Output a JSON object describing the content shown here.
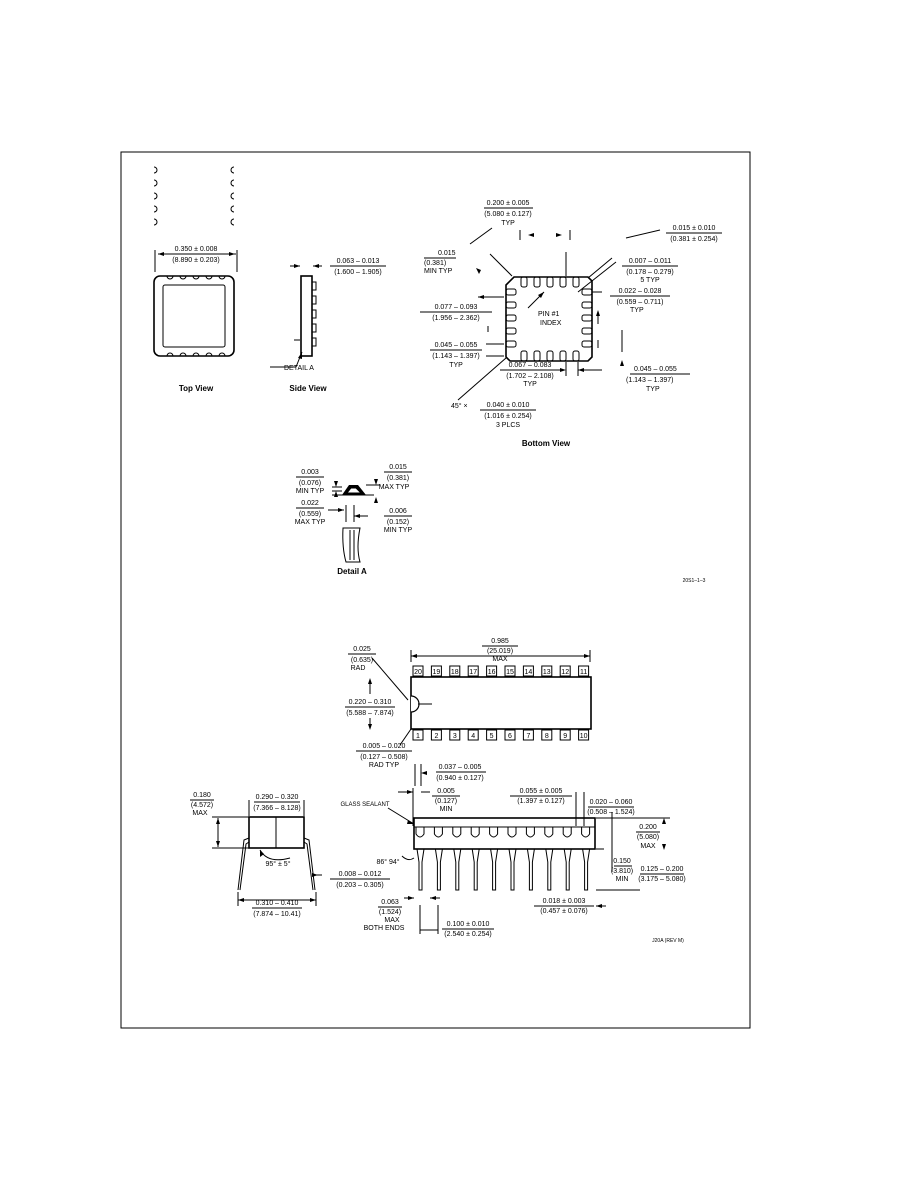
{
  "top_package": {
    "top_view": {
      "caption": "Top View",
      "width_dim": {
        "inch": "0.350 ± 0.008",
        "mm": "(8.890 ± 0.203)"
      }
    },
    "side_view": {
      "caption": "Side View",
      "height_dim": {
        "inch": "0.063 – 0.013",
        "mm": "(1.600 – 1.905)"
      },
      "detail_callout": "DETAIL A"
    },
    "bottom_view": {
      "caption": "Bottom View",
      "pad_pitch": {
        "inch": "0.200 ± 0.005",
        "mm": "(5.080 ± 0.127)",
        "note": "TYP"
      },
      "pad_offset": {
        "inch": "0.015 ± 0.010",
        "mm": "(0.381 ± 0.254)"
      },
      "corner_radius": {
        "inch": "0.015",
        "mm": "(0.381)",
        "note": "MIN TYP"
      },
      "pad_width": {
        "inch": "0.007 – 0.011",
        "mm": "(0.178 – 0.279)",
        "note": "5 TYP"
      },
      "pad_length": {
        "inch": "0.022 – 0.028",
        "mm": "(0.559 – 0.711)",
        "note": "TYP"
      },
      "row_offset": {
        "inch": "0.077 – 0.093",
        "mm": "(1.956 – 2.362)"
      },
      "pad_span": {
        "inch": "0.045 – 0.055",
        "mm": "(1.143 – 1.397)",
        "note": "TYP"
      },
      "pad_span_right": {
        "inch": "0.045 – 0.055",
        "mm": "(1.143 – 1.397)",
        "note": "TYP"
      },
      "pad_height": {
        "inch": "0.067 – 0.083",
        "mm": "(1.702 – 2.108)",
        "note": "TYP"
      },
      "chamfer": {
        "angle": "45° ×",
        "inch": "0.040 ± 0.010",
        "mm": "(1.016 ± 0.254)",
        "note": "3 PLCS"
      },
      "pin_label": "PIN #1",
      "index_label": "INDEX"
    },
    "detail_a": {
      "caption": "Detail A",
      "d1": {
        "inch": "0.003",
        "mm": "(0.076)",
        "note": "MIN TYP"
      },
      "d2": {
        "inch": "0.015",
        "mm": "(0.381)",
        "note": "MAX TYP"
      },
      "d3": {
        "inch": "0.022",
        "mm": "(0.559)",
        "note": "MAX TYP"
      },
      "d4": {
        "inch": "0.006",
        "mm": "(0.152)",
        "note": "MIN TYP"
      }
    },
    "drawing_id": "20S1–1–3"
  },
  "dip_package": {
    "top": {
      "length": {
        "inch": "0.985",
        "mm": "(25.019)",
        "note": "MAX"
      },
      "notch_radius": {
        "inch": "0.025",
        "mm": "(0.635)",
        "note": "RAD"
      },
      "body_width": {
        "inch": "0.220 – 0.310",
        "mm": "(5.588 – 7.874)"
      },
      "end_radius": {
        "inch": "0.005 – 0.020",
        "mm": "(0.127 – 0.508)",
        "note": "RAD TYP"
      },
      "pins_top": [
        "20",
        "19",
        "18",
        "17",
        "16",
        "15",
        "14",
        "13",
        "12",
        "11"
      ],
      "pins_bottom": [
        "1",
        "2",
        "3",
        "4",
        "5",
        "6",
        "7",
        "8",
        "9",
        "10"
      ]
    },
    "end_view": {
      "seating_height": {
        "inch": "0.180",
        "mm": "(4.572)",
        "note": "MAX"
      },
      "body": {
        "inch": "0.290 – 0.320",
        "mm": "(7.366 – 8.128)"
      },
      "lead_angle": "95° ± 5°",
      "lead_thickness": {
        "inch": "0.008 – 0.012",
        "mm": "(0.203 – 0.305)"
      },
      "lead_spread": {
        "inch": "0.310 – 0.410",
        "mm": "(7.874 – 10.41)"
      }
    },
    "side_view": {
      "glass_sealant": "GLASS SEALANT",
      "tip_offset": {
        "inch": "0.037 – 0.005",
        "mm": "(0.940 ± 0.127)"
      },
      "standoff": {
        "inch": "0.005",
        "mm": "(0.127)",
        "note": "MIN"
      },
      "shoulder": {
        "inch": "0.055 ± 0.005",
        "mm": "(1.397 ± 0.127)"
      },
      "lead_taper": {
        "inch": "0.020 – 0.060",
        "mm": "(0.508 – 1.524)"
      },
      "height": {
        "inch": "0.200",
        "mm": "(5.080)",
        "note": "MAX"
      },
      "seat_angle": "86° 94°",
      "lead_length": {
        "inch": "0.150",
        "mm": "(3.810)",
        "note": "MIN"
      },
      "lead_span": {
        "inch": "0.125 – 0.200",
        "mm": "(3.175 – 5.080)"
      },
      "end_lead": {
        "inch": "0.063",
        "mm": "(1.524)",
        "note": "MAX",
        "note2": "BOTH ENDS"
      },
      "pin_pitch": {
        "inch": "0.100 ± 0.010",
        "mm": "(2.540 ± 0.254)"
      },
      "lead_width": {
        "inch": "0.018 ± 0.003",
        "mm": "(0.457 ± 0.076)"
      }
    },
    "drawing_id": "J20A (REV M)"
  }
}
